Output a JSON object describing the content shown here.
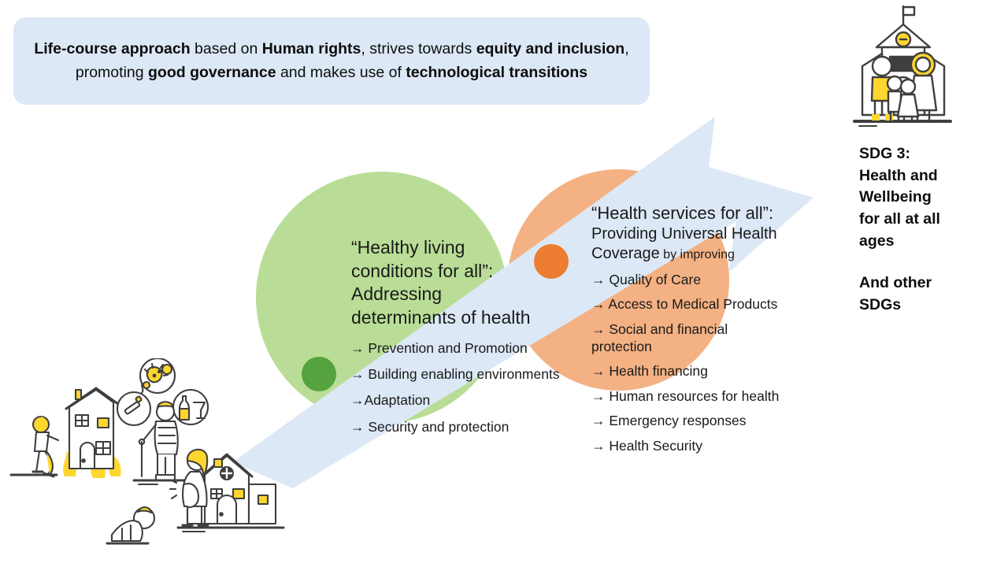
{
  "header": {
    "segments": [
      {
        "text": "Life-course approach",
        "bold": true
      },
      {
        "text": " based on ",
        "bold": false
      },
      {
        "text": "Human rights",
        "bold": true
      },
      {
        "text": ", strives towards ",
        "bold": false
      },
      {
        "text": "equity and inclusion",
        "bold": true
      },
      {
        "text": ", promoting ",
        "bold": false
      },
      {
        "text": "good governance",
        "bold": true
      },
      {
        "text": " and makes use of ",
        "bold": false
      },
      {
        "text": "technological transitions",
        "bold": true
      }
    ],
    "plain_text": "Life-course approach based on Human rights, strives towards equity and inclusion, promoting good governance and makes use of technological transitions"
  },
  "left_pillar": {
    "heading": "“Healthy living conditions for all”: Addressing determinants of health",
    "items": [
      "→ Prevention and Promotion",
      "→ Building enabling environments",
      "→Adaptation",
      "→ Security and protection"
    ],
    "circle_color": "#b9dd96",
    "dot_color": "#55a33f"
  },
  "right_pillar": {
    "heading_line1": "“Health services for all”:",
    "heading_line2": "Providing Universal Health Coverage",
    "heading_suffix": " by improving",
    "items": [
      "→ Quality of Care",
      "→ Access to Medical Products",
      "→ Social and financial protection",
      "→ Health financing",
      "→ Human resources for health",
      "→ Emergency responses",
      "→ Health Security"
    ],
    "circle_color": "#f4b183",
    "dot_color": "#ed7d31"
  },
  "outcome": {
    "line1": "SDG 3:",
    "line2": "Health and",
    "line3": "Wellbeing",
    "line4": "for all at all",
    "line5": "ages",
    "line6": "And other",
    "line7": "SDGs"
  },
  "arrow": {
    "color": "#dce8f6",
    "direction": "up-right"
  },
  "icons": {
    "sdg3_family": "family-school-icon",
    "illustration_1": "person-fleeing-burning-house-icon",
    "illustration_2": "elderly-person-risk-factors-icon",
    "illustration_3": "crawling-baby-icon",
    "illustration_4": "pregnant-woman-clinic-icon",
    "risk_virus": "virus-icon",
    "risk_cigarette": "cigarette-icon",
    "risk_alcohol": "alcohol-bottle-glass-icon"
  },
  "colors": {
    "banner_blue": "#dce8f6",
    "green_circle": "#b9dd96",
    "orange_circle": "#f4b183",
    "green_dot": "#55a33f",
    "orange_dot": "#ed7d31",
    "icon_yellow": "#ffd62e",
    "icon_outline": "#3f3f3f"
  }
}
